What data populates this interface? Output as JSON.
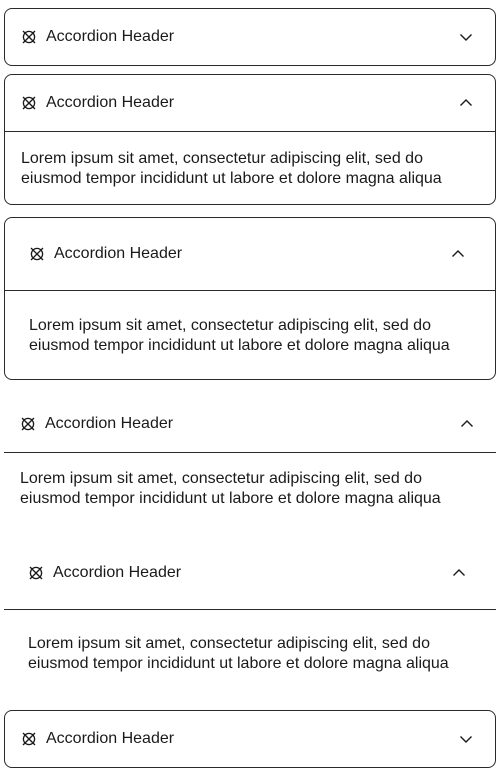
{
  "accordions": [
    {
      "header": "Accordion Header",
      "icon": "cross-circle-icon",
      "expanded": false,
      "chevron": "chevron-down-icon"
    },
    {
      "header": "Accordion Header",
      "icon": "cross-circle-icon",
      "expanded": true,
      "chevron": "chevron-up-icon",
      "body": "Lorem ipsum sit amet, consectetur adipiscing elit, sed do eiusmod tempor incididunt ut labore et dolore magna aliqua"
    },
    {
      "header": "Accordion Header",
      "icon": "cross-circle-icon",
      "expanded": true,
      "chevron": "chevron-up-icon",
      "body": "Lorem ipsum sit amet, consectetur adipiscing elit, sed do eiusmod tempor incididunt ut labore et dolore magna aliqua"
    },
    {
      "header": "Accordion Header",
      "icon": "cross-circle-icon",
      "expanded": true,
      "chevron": "chevron-up-icon",
      "body": "Lorem ipsum sit amet, consectetur adipiscing elit, sed do eiusmod tempor incididunt ut labore et dolore magna aliqua"
    },
    {
      "header": "Accordion Header",
      "icon": "cross-circle-icon",
      "expanded": true,
      "chevron": "chevron-up-icon",
      "body": "Lorem ipsum sit amet, consectetur adipiscing elit, sed do eiusmod tempor incididunt ut labore et dolore magna aliqua"
    },
    {
      "header": "Accordion Header",
      "icon": "cross-circle-icon",
      "expanded": false,
      "chevron": "chevron-down-icon"
    }
  ],
  "colors": {
    "border": "#2a2a2a",
    "text": "#1a1a1a",
    "background": "#ffffff"
  }
}
